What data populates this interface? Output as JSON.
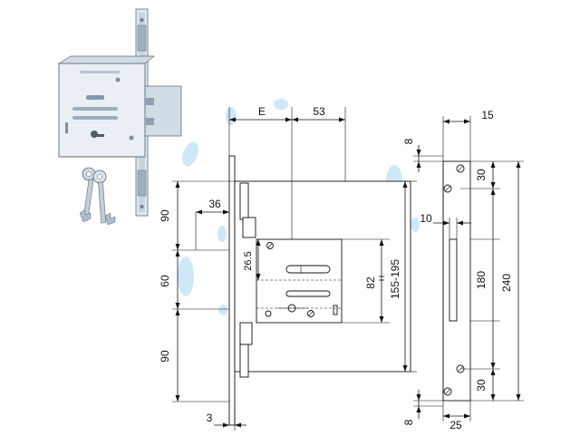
{
  "front_view": {
    "dims": {
      "top_height": "90",
      "middle_height": "60",
      "bottom_height": "90",
      "backset_width": "36",
      "faceplate_thickness": "3",
      "offset_e": "E",
      "case_depth": "53",
      "follower_height": "26.5",
      "bolt_spacing": "82",
      "case_height": "155-195"
    }
  },
  "strike_plate": {
    "dims": {
      "width": "15",
      "top_margin": "8",
      "screw_to_top": "30",
      "slot_width": "10",
      "slot_height": "180",
      "total_height": "240",
      "screw_to_bottom": "30",
      "bottom_margin": "8",
      "base_width": "25"
    }
  },
  "colors": {
    "line": "#111111",
    "metal_light": "#e8eef5",
    "metal_mid": "#b9c6d4",
    "metal_dark": "#7d8ea0",
    "watermark": "#bfe0f5"
  }
}
